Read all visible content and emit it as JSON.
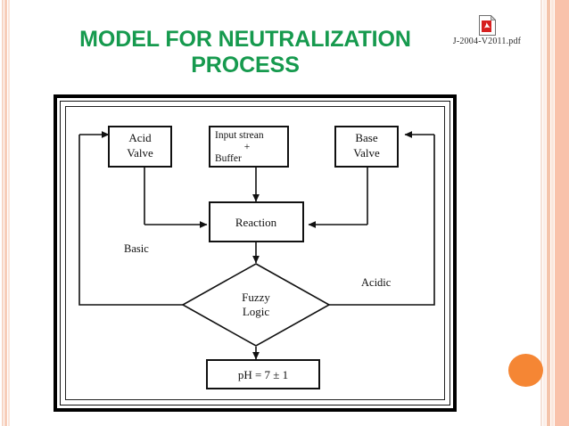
{
  "slide": {
    "title": "MODEL FOR NEUTRALIZATION PROCESS",
    "title_color": "#169a4e",
    "background_color": "#ffffff"
  },
  "attachment": {
    "icon": "pdf-file-icon",
    "filename": "J-2004-V2011.pdf"
  },
  "decor": {
    "bullet_color": "#f58634",
    "stripe_color": "#f9c2ab"
  },
  "diagram": {
    "type": "flowchart",
    "nodes": [
      {
        "id": "acid_valve",
        "shape": "rect",
        "label_line1": "Acid",
        "label_line2": "Valve"
      },
      {
        "id": "input",
        "shape": "rect",
        "label_line1": "Input strean",
        "label_line2": "+",
        "label_line3": "Buffer"
      },
      {
        "id": "base_valve",
        "shape": "rect",
        "label_line1": "Base",
        "label_line2": "Valve"
      },
      {
        "id": "reaction",
        "shape": "rect",
        "label_line1": "Reaction"
      },
      {
        "id": "fuzzy_logic",
        "shape": "diamond",
        "label_line1": "Fuzzy",
        "label_line2": "Logic"
      },
      {
        "id": "ph_output",
        "shape": "rect",
        "label_line1": "pH = 7 ± 1"
      }
    ],
    "edge_labels": [
      {
        "id": "basic",
        "text": "Basic"
      },
      {
        "id": "acidic",
        "text": "Acidic"
      }
    ]
  }
}
